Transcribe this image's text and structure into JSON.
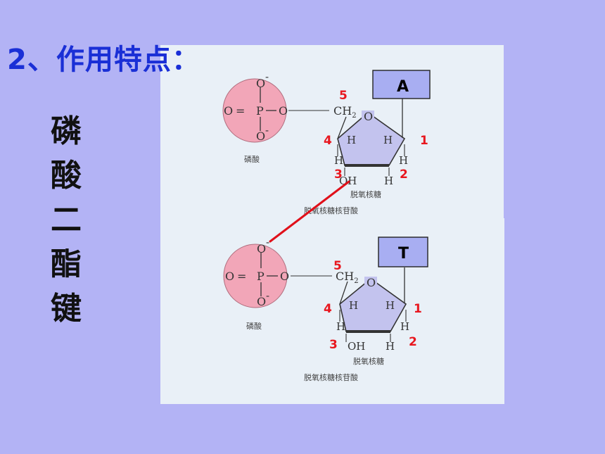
{
  "heading": "2、作用特点：",
  "vertical_label": [
    "磷",
    "酸",
    "二",
    "酯",
    "键"
  ],
  "nucleotides": [
    {
      "base": "A",
      "phosphate": {
        "o_top": "O",
        "o_top_charge": "-",
        "o_left": "O",
        "eq": "=",
        "p": "P",
        "o_right": "O",
        "o_bottom": "O",
        "o_bottom_charge": "-"
      },
      "phosphate_caption": "磷酸",
      "sugar": {
        "ch2": "CH",
        "ch2_sub": "2",
        "ring_o": "O",
        "h_a": "H",
        "h_b": "H",
        "h_c": "H",
        "h_d": "H",
        "oh": "OH",
        "h_e": "H"
      },
      "sugar_caption": "脱氧核糖",
      "nucleotide_caption": "脱氧核糖核苷酸",
      "carbons": [
        "5",
        "4",
        "1",
        "3",
        "2"
      ]
    },
    {
      "base": "T",
      "phosphate": {
        "o_top": "O",
        "o_top_charge": "-",
        "o_left": "O",
        "eq": "=",
        "p": "P",
        "o_right": "O",
        "o_bottom": "O",
        "o_bottom_charge": "-"
      },
      "phosphate_caption": "磷酸",
      "sugar": {
        "ch2": "CH",
        "ch2_sub": "2",
        "ring_o": "O",
        "h_a": "H",
        "h_b": "H",
        "h_c": "H",
        "h_d": "H",
        "oh": "OH",
        "h_e": "H"
      },
      "sugar_caption": "脱氧核糖",
      "nucleotide_caption": "脱氧核糖核苷酸",
      "carbons": [
        "5",
        "4",
        "1",
        "3",
        "2"
      ]
    }
  ],
  "colors": {
    "background": "#b3b3f5",
    "heading": "#1a2fd6",
    "panel": "#e9f0f7",
    "phosphate_fill": "#f2a6b8",
    "sugar_fill": "#c3c3ee",
    "base_box": "#a8aef2",
    "bond_line": "#e0101a",
    "carbon_numbers": "#e8171f"
  }
}
